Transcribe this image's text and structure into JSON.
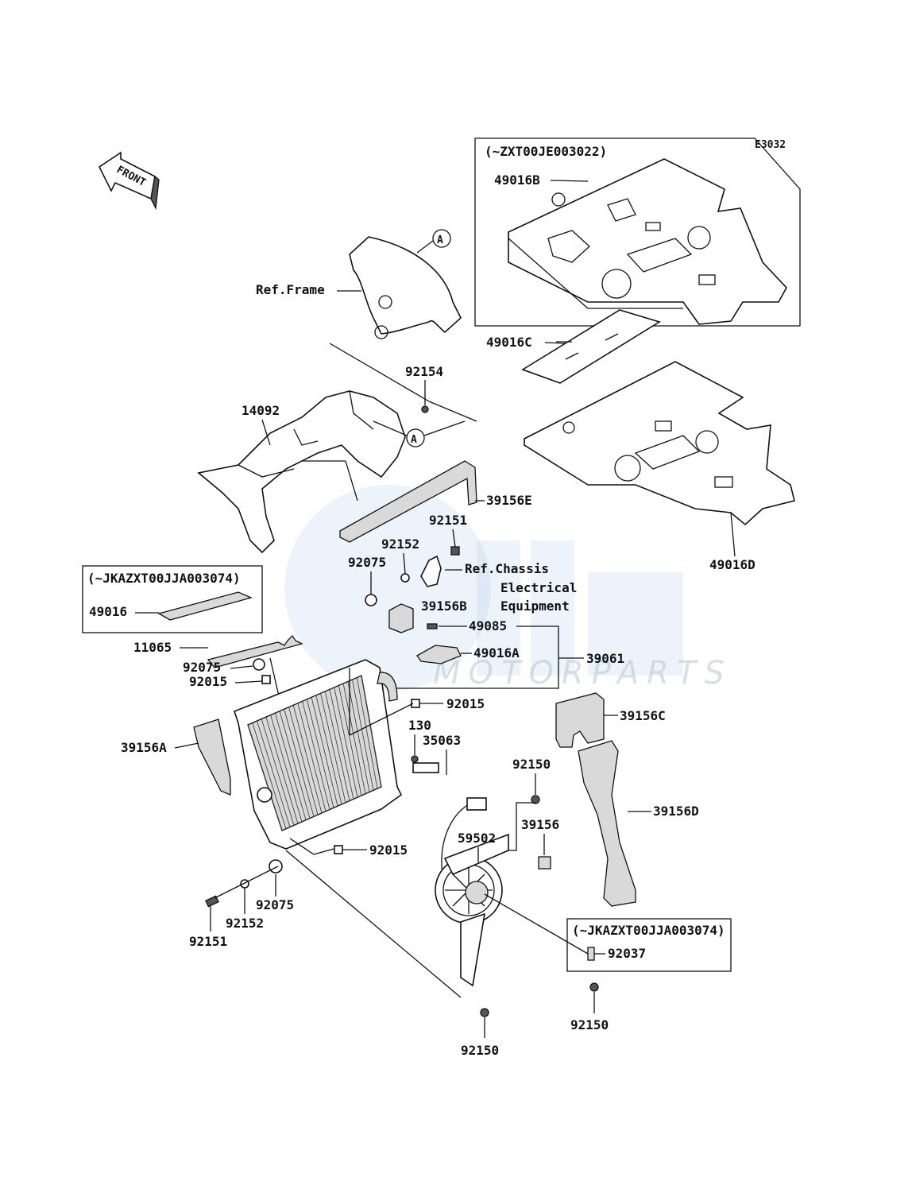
{
  "diagram_code": "E3032",
  "front_label": "FRONT",
  "watermark_text": "MOTORPARTS",
  "callout_a": "A",
  "labels": {
    "zxt_range": "(~ZXT00JE003022)",
    "p49016B": "49016B",
    "p49016C": "49016C",
    "p49016D": "49016D",
    "ref_frame": "Ref.Frame",
    "p92154": "92154",
    "p14092": "14092",
    "p39156E": "39156E",
    "p92151_top": "92151",
    "p92152_top": "92152",
    "p92075_top": "92075",
    "ref_chassis_1": "Ref.Chassis",
    "ref_chassis_2": "Electrical",
    "ref_chassis_3": "Equipment",
    "jka_range_left": "(~JKAZXT00JJA003074)",
    "p49016": "49016",
    "p39156B": "39156B",
    "p49085": "49085",
    "p11065": "11065",
    "p49016A": "49016A",
    "p39061": "39061",
    "p92075_mid": "92075",
    "p92015_mid": "92015",
    "p92015_right": "92015",
    "p39156C": "39156C",
    "p130": "130",
    "p35063": "35063",
    "p39156A": "39156A",
    "p92150_a": "92150",
    "p39156D": "39156D",
    "p59502": "59502",
    "p39156": "39156",
    "p92015_bottom": "92015",
    "p92075_bottom": "92075",
    "p92152_bottom": "92152",
    "p92151_bottom": "92151",
    "jka_range_right": "(~JKAZXT00JJA003074)",
    "p92037": "92037",
    "p92150_b": "92150",
    "p92150_c": "92150"
  }
}
